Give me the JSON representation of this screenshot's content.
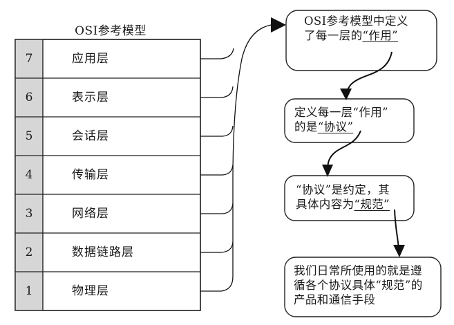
{
  "title": "OSI参考模型",
  "layers": [
    {
      "num": "7",
      "name": "应用层"
    },
    {
      "num": "6",
      "name": "表示层"
    },
    {
      "num": "5",
      "name": "会话层"
    },
    {
      "num": "4",
      "name": "传输层"
    },
    {
      "num": "3",
      "name": "网络层"
    },
    {
      "num": "2",
      "name": "数据链路层"
    },
    {
      "num": "1",
      "name": "物理层"
    }
  ],
  "notes": {
    "box1": {
      "line1": "OSI参考模型中定义",
      "line2_prefix": "了每一层的",
      "line2_quoted": "“作用”"
    },
    "box2": {
      "line1": "定义每一层“作用”",
      "line2_prefix": "的是",
      "line2_quoted": "“协议”"
    },
    "box3": {
      "line1": "“协议”是约定，其",
      "line2_prefix": "具体内容为",
      "line2_quoted": "“规范”"
    },
    "box4": {
      "line1": "我们日常所使用的就是遵",
      "line2": "循各个协议具体“规范”的",
      "line3": "产品和通信手段"
    }
  }
}
